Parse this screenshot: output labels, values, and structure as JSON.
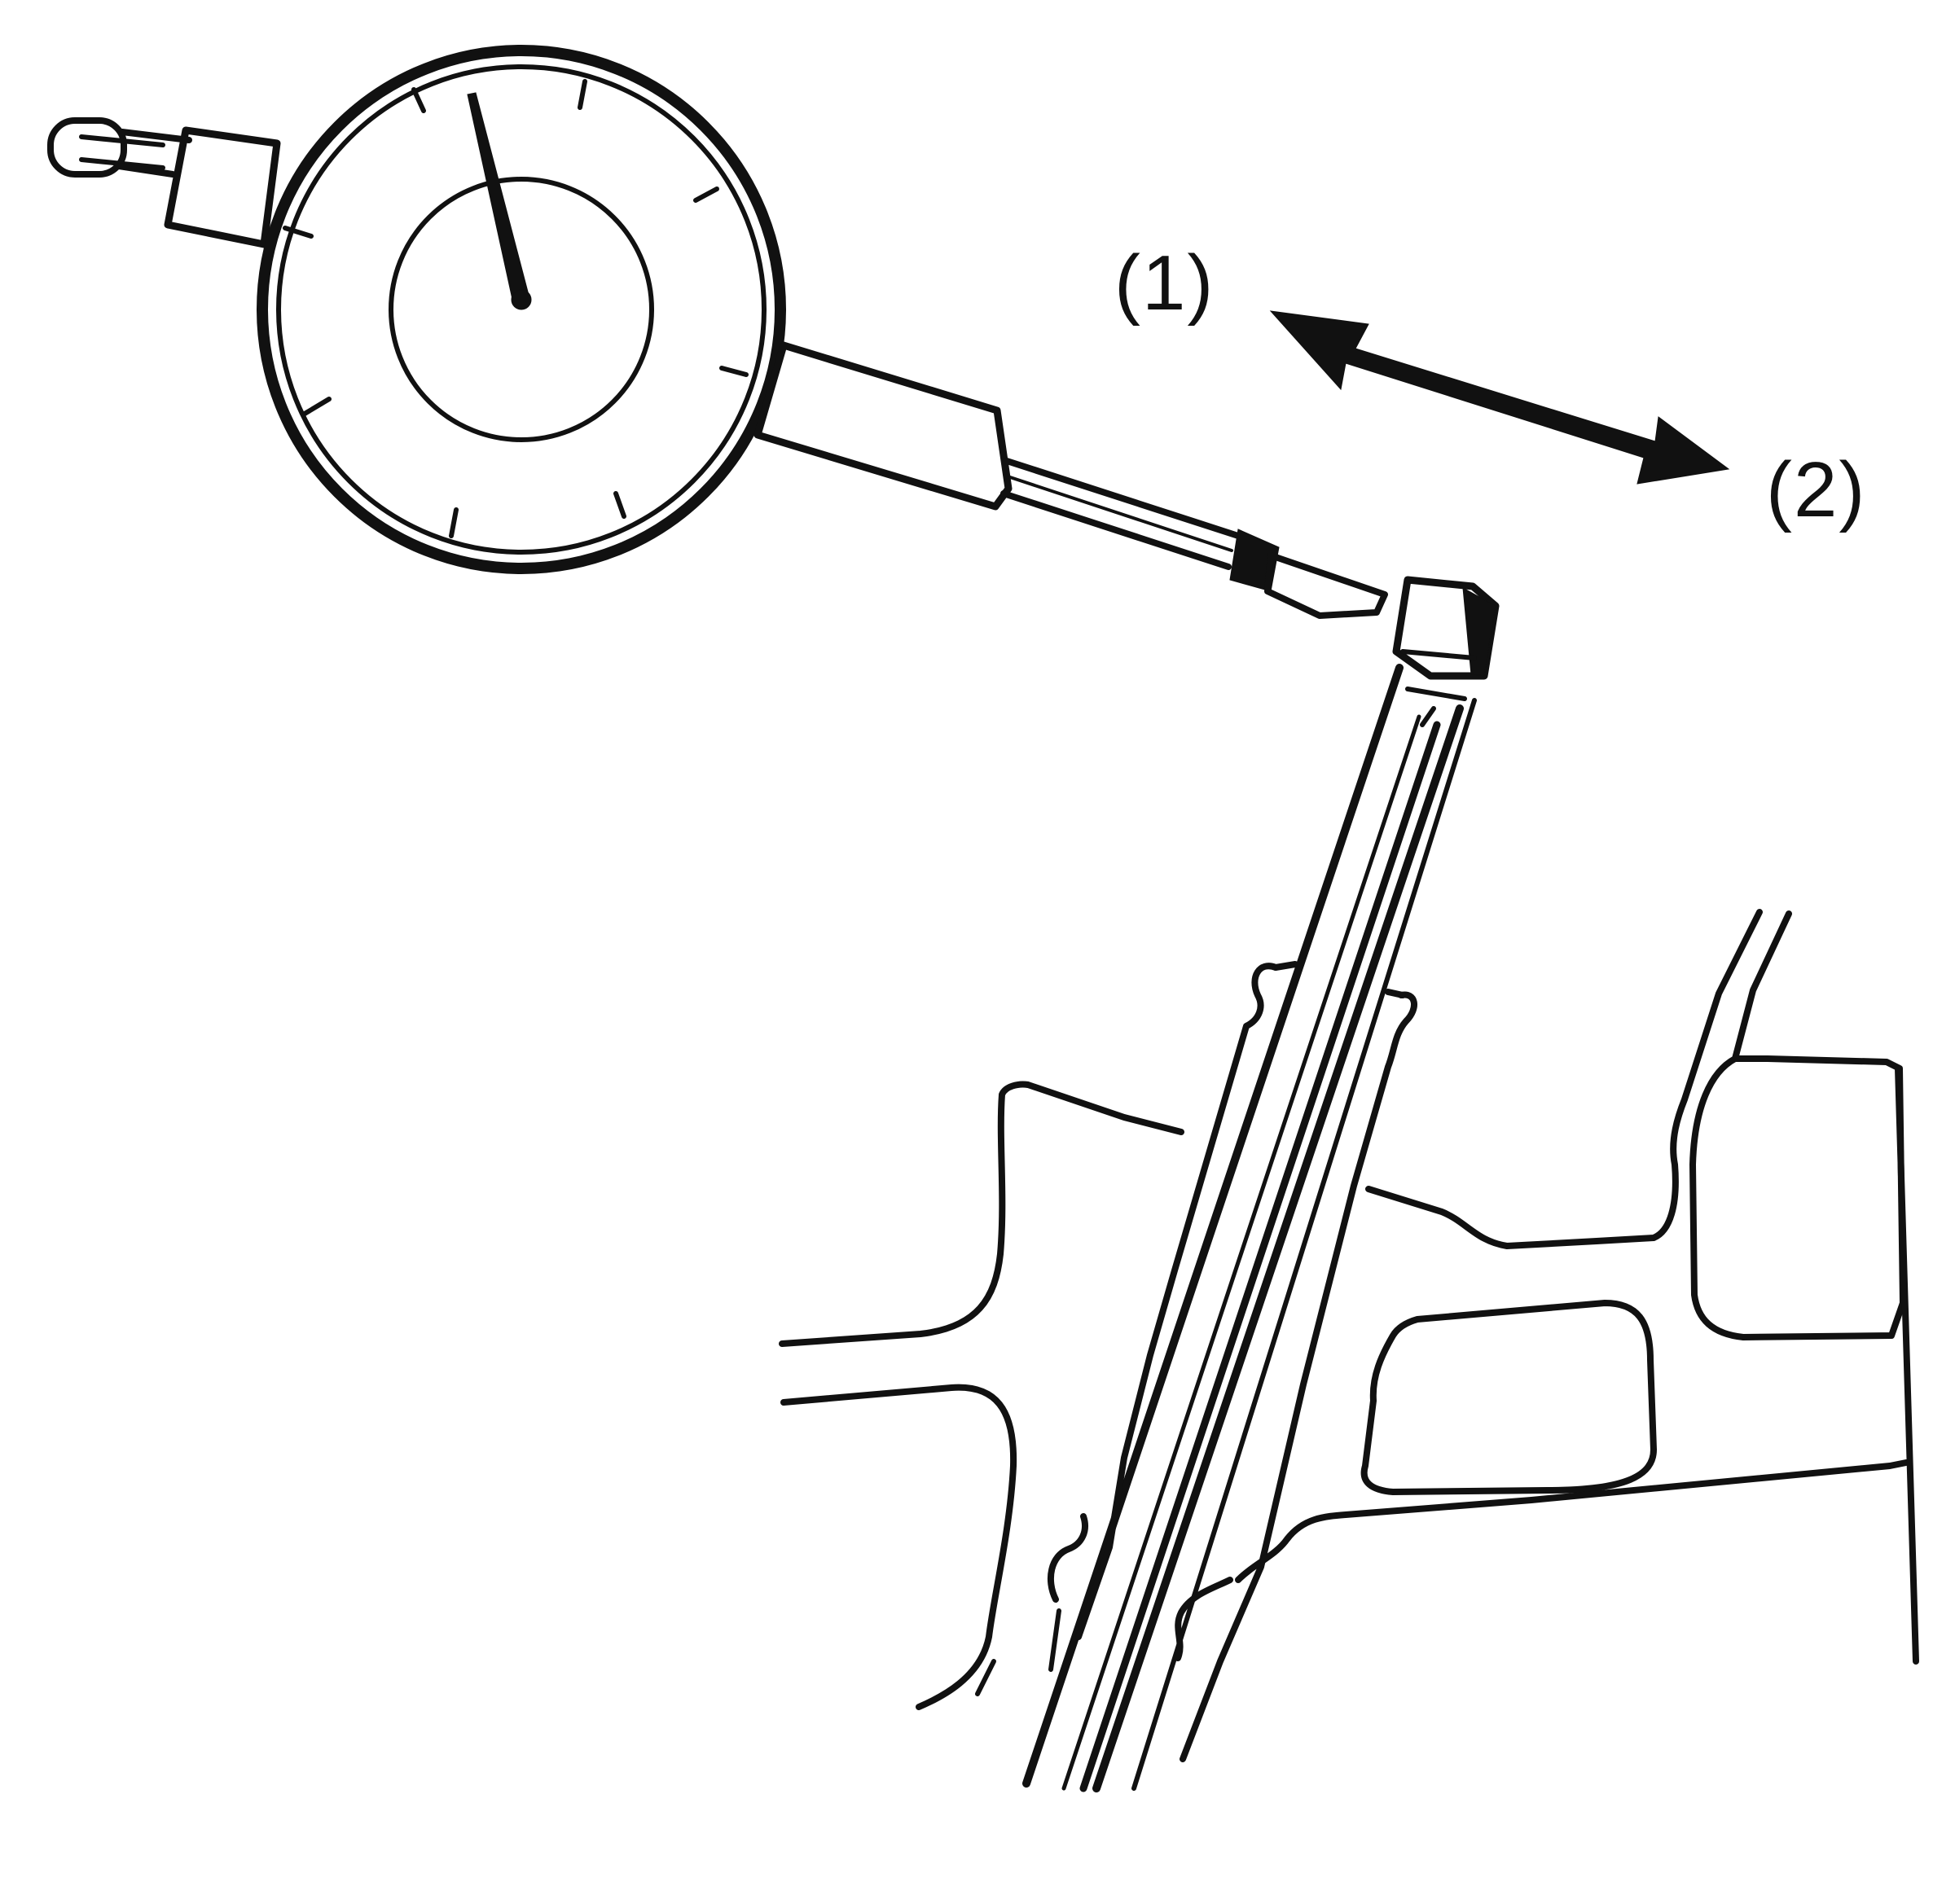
{
  "figure": {
    "description_labels": {
      "direction_1": "(1)",
      "direction_2": "(2)"
    },
    "colors": {
      "ink": "#111111",
      "background": "#ffffff"
    },
    "components": [
      "dial-gauge",
      "gauge-needle",
      "gauge-stem",
      "valve-stem",
      "valve-guide",
      "cylinder-head",
      "double-arrow"
    ]
  }
}
